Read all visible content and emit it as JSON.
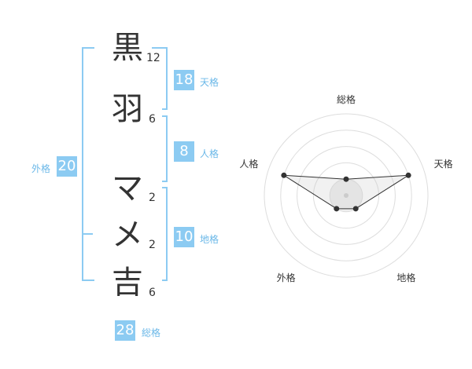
{
  "name": [
    {
      "char": "黒",
      "strokes": "12"
    },
    {
      "char": "羽",
      "strokes": "6"
    },
    {
      "char": "マ",
      "strokes": "2"
    },
    {
      "char": "メ",
      "strokes": "2"
    },
    {
      "char": "吉",
      "strokes": "6"
    }
  ],
  "kakusuu": {
    "tenkaku": {
      "value": "18",
      "label": "天格"
    },
    "jinkaku": {
      "value": "8",
      "label": "人格"
    },
    "chikaku": {
      "value": "10",
      "label": "地格"
    },
    "gaikaku": {
      "value": "20",
      "label": "外格"
    },
    "soukaku": {
      "value": "28",
      "label": "総格"
    }
  },
  "chart_data": {
    "type": "radar",
    "axes": [
      "総格",
      "天格",
      "地格",
      "外格",
      "人格"
    ],
    "values": [
      1,
      4,
      1,
      1,
      4
    ],
    "max": 5,
    "rings": 5
  },
  "colors": {
    "bracket": "#8ccbf2",
    "badge": "#8ccbf2",
    "label": "#6bb8e8"
  }
}
